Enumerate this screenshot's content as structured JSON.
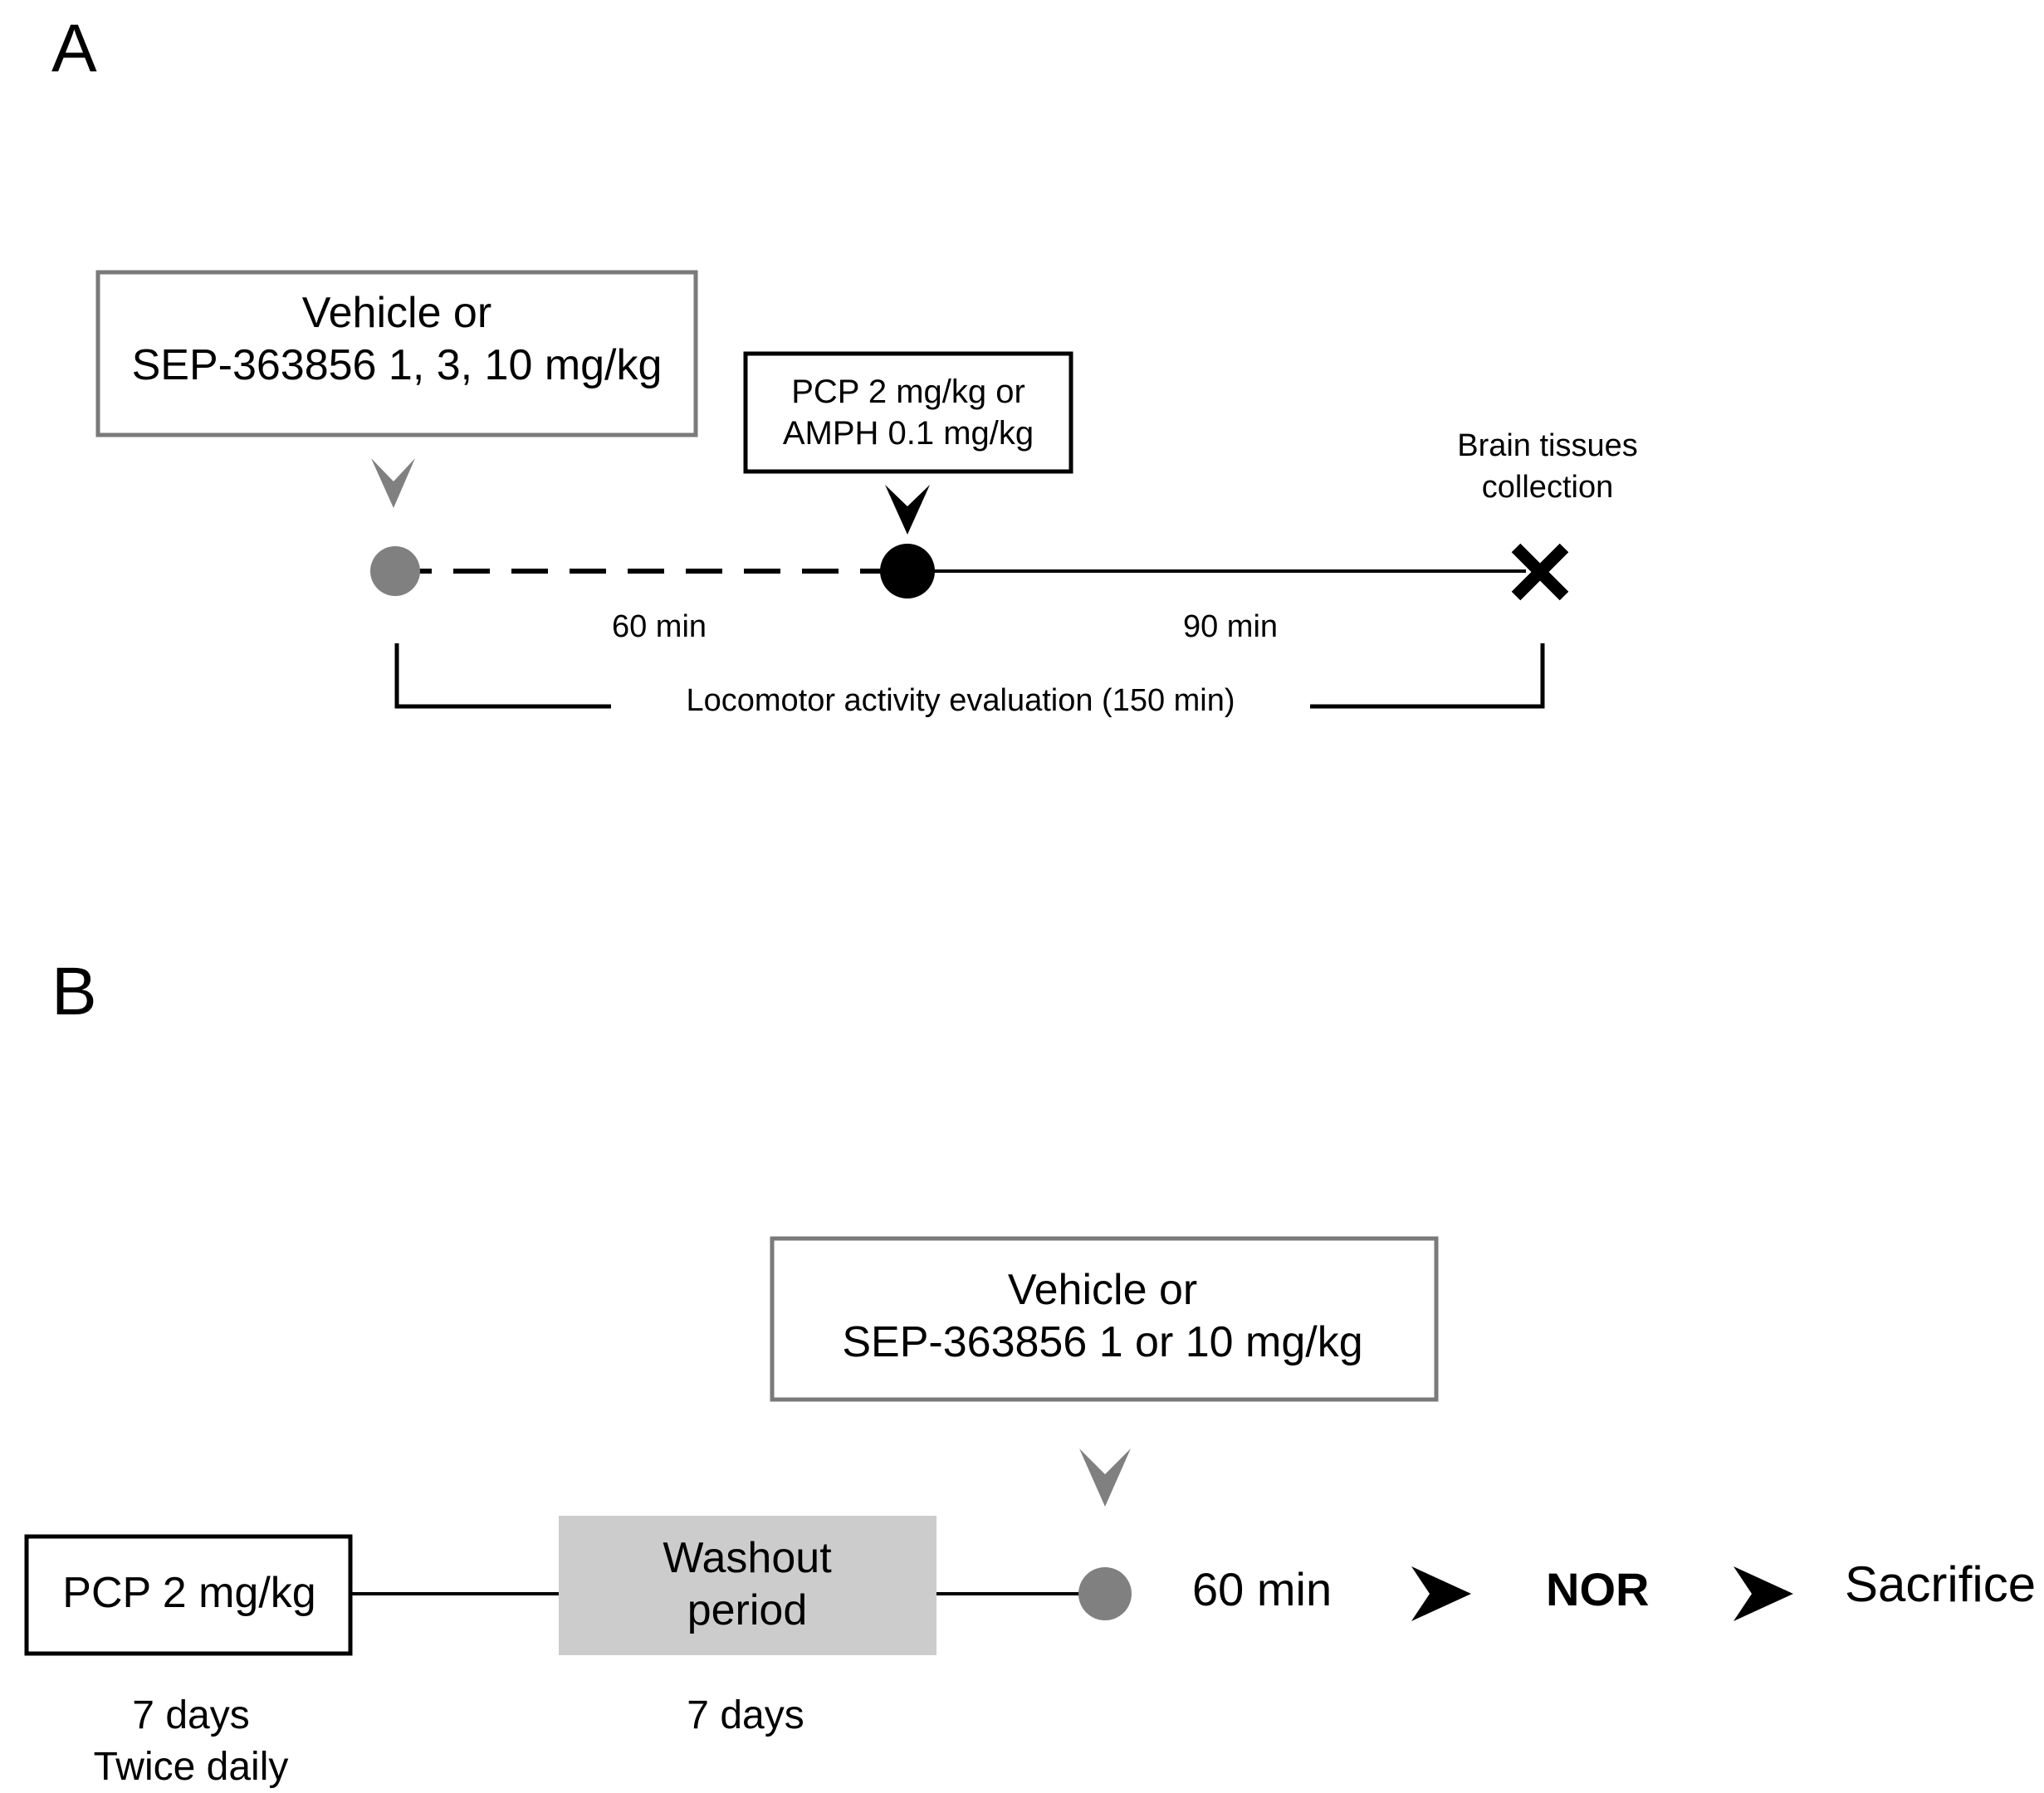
{
  "panel_a": {
    "label": "A",
    "treatment_box": {
      "line1": "Vehicle or",
      "line2": "SEP-363856 1, 3, 10 mg/kg"
    },
    "challenge_box": {
      "line1": "PCP 2 mg/kg or",
      "line2": "AMPH 0.1 mg/kg"
    },
    "end_label": {
      "line1": "Brain tissues",
      "line2": "collection"
    },
    "interval_1": "60 min",
    "interval_2": "90 min",
    "bracket_label": "Locomotor activity evaluation (150  min)"
  },
  "panel_b": {
    "label": "B",
    "treatment_box": {
      "line1": "Vehicle or",
      "line2": "SEP-363856 1 or 10 mg/kg"
    },
    "pcp_box": "PCP 2 mg/kg",
    "pcp_caption": {
      "line1": "7 days",
      "line2": "Twice daily"
    },
    "washout_box": {
      "line1": "Washout",
      "line2": "period"
    },
    "washout_caption": "7 days",
    "interval": "60 min",
    "test": "NOR",
    "end": "Sacrifice"
  },
  "colors": {
    "black": "#000000",
    "gray": "#808080",
    "box_gray_border": "#7a7a7a",
    "washout_fill": "#cccccc"
  },
  "icons": {
    "arrow_down": "chevron-down-arrowhead",
    "arrow_right": "arrowhead-right",
    "end_marker": "x-mark"
  }
}
